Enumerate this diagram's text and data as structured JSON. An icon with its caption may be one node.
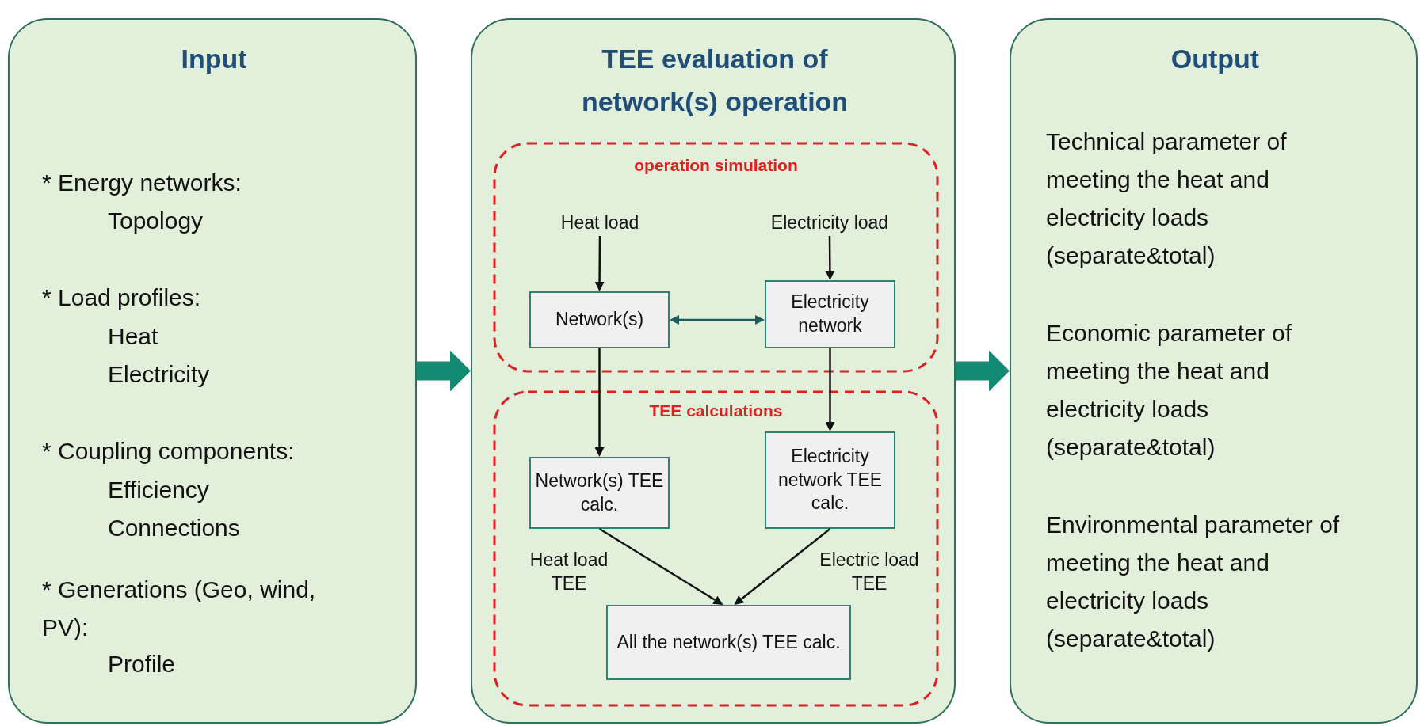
{
  "diagram": {
    "nodes": [
      {
        "text": [
          "Input",
          "* Energy networks:",
          "Topology",
          "* Load profiles:",
          "Heat",
          "Electricity",
          "* Coupling components:",
          "Efficiency",
          "Connections",
          "* Generations (Geo, wind, PV):",
          "Profile"
        ]
      },
      {
        "text": [
          "TEE evaluation of network(s) operation"
        ]
      },
      {
        "text": [
          "operation simulation"
        ],
        "in": 1
      },
      {
        "text": [
          "Heat load"
        ],
        "in": 2
      },
      {
        "text": [
          "Electricity load"
        ],
        "in": 2
      },
      {
        "text": [
          "Network(s)"
        ],
        "in": 2
      },
      {
        "text": [
          "Electricity network"
        ],
        "in": 2
      },
      {
        "text": [
          "TEE calculations"
        ],
        "in": 1
      },
      {
        "text": [
          "Network(s) TEE calc."
        ],
        "in": 7
      },
      {
        "text": [
          "Electricity network TEE calc."
        ],
        "in": 7
      },
      {
        "text": [
          "All the network(s) TEE calc."
        ],
        "in": 7
      },
      {
        "text": [
          "Output",
          "Technical parameter of meeting the heat and electricity loads (separate&total)",
          "Economic parameter of meeting the heat and electricity loads (separate&total)",
          "Environmental parameter of meeting the heat and electricity loads (separate&total)"
        ]
      }
    ],
    "edges": [
      {
        "from": 0,
        "to": 1,
        "arrow": "to",
        "style": "thick",
        "color": "#138a72"
      },
      {
        "from": 1,
        "to": 11,
        "arrow": "to",
        "style": "thick",
        "color": "#138a72"
      },
      {
        "from": 3,
        "to": 5,
        "arrow": "to"
      },
      {
        "from": 4,
        "to": 6,
        "arrow": "to"
      },
      {
        "from": 5,
        "to": 6,
        "arrow": "both",
        "color": "#1f5c5c"
      },
      {
        "from": 5,
        "to": 8,
        "arrow": "to"
      },
      {
        "from": 6,
        "to": 9,
        "arrow": "to"
      },
      {
        "from": 8,
        "to": 10,
        "arrow": "to",
        "label": "Heat load TEE"
      },
      {
        "from": 9,
        "to": 10,
        "arrow": "to",
        "label": "Electric load TEE"
      }
    ]
  }
}
